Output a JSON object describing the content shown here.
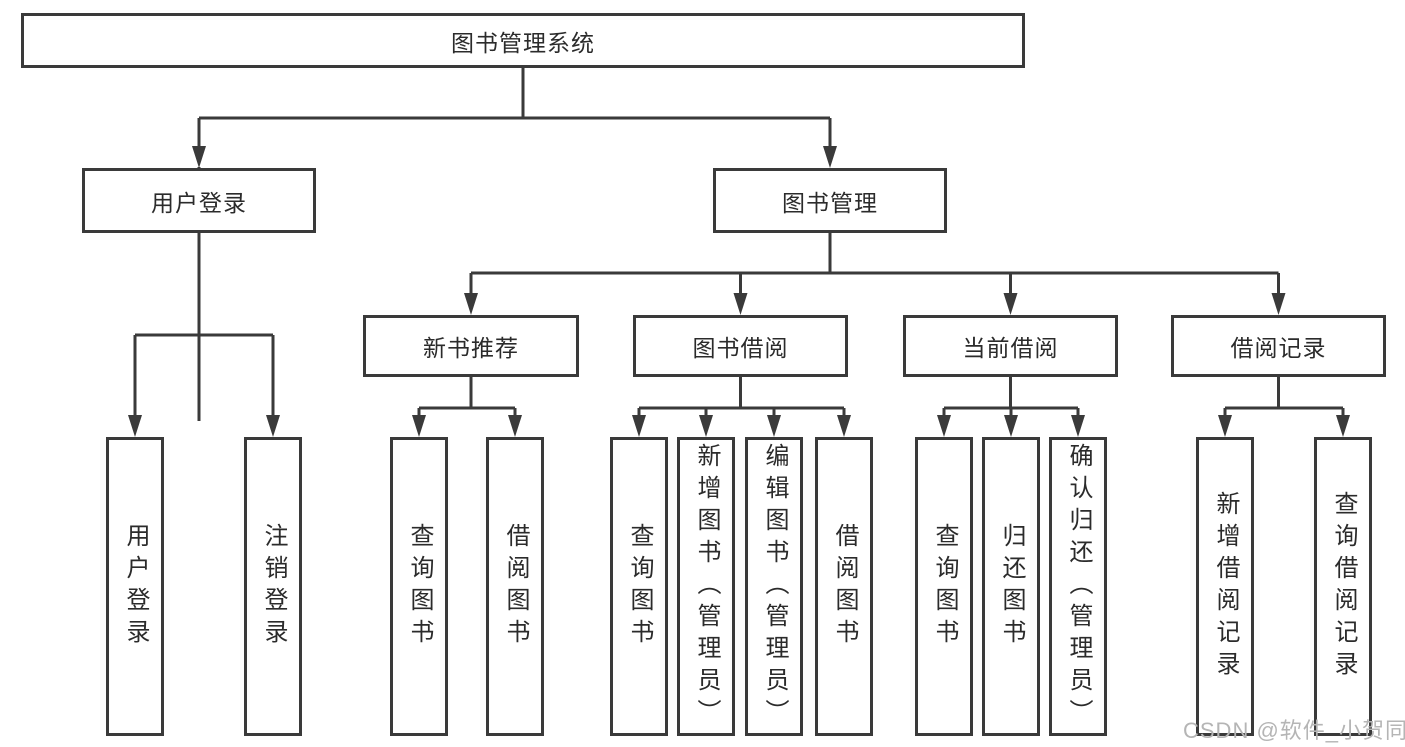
{
  "diagram": {
    "root": {
      "label": "图书管理系统"
    },
    "branches": [
      {
        "label": "用户登录",
        "children": [
          {
            "label": "用户登录"
          },
          {
            "label": "注销登录"
          }
        ]
      },
      {
        "label": "图书管理",
        "children": [
          {
            "label": "新书推荐",
            "children": [
              {
                "label": "查询图书"
              },
              {
                "label": "借阅图书"
              }
            ]
          },
          {
            "label": "图书借阅",
            "children": [
              {
                "label": "查询图书"
              },
              {
                "label": "新增图书（管理员）"
              },
              {
                "label": "编辑图书（管理员）"
              },
              {
                "label": "借阅图书"
              }
            ]
          },
          {
            "label": "当前借阅",
            "children": [
              {
                "label": "查询图书"
              },
              {
                "label": "归还图书"
              },
              {
                "label": "确认归还（管理员）"
              }
            ]
          },
          {
            "label": "借阅记录",
            "children": [
              {
                "label": "新增借阅记录"
              },
              {
                "label": "查询借阅记录"
              }
            ]
          }
        ]
      }
    ],
    "watermark": "CSDN @软件_小贺同学",
    "colors": {
      "line": "#3a3a3a",
      "box_fill": "#ffffff",
      "text": "#2b2b2b",
      "watermark": "#b5b5b5"
    }
  }
}
